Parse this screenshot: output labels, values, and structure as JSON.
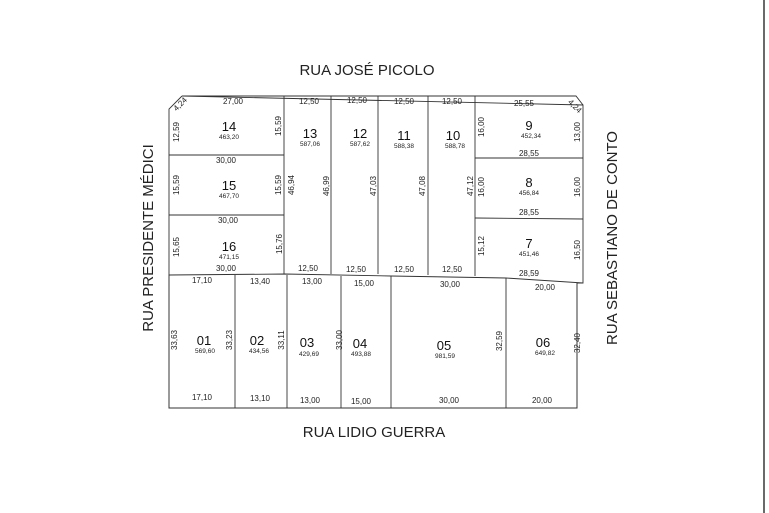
{
  "streets": {
    "north": "RUA JOSÉ PICOLO",
    "south": "RUA LIDIO GUERRA",
    "west": "RUA PRESIDENTE MÉDICI",
    "east": "RUA SEBASTIANO DE CONTO"
  },
  "lots": {
    "l14": {
      "number": "14",
      "area": "463,20"
    },
    "l15": {
      "number": "15",
      "area": "467,70"
    },
    "l16": {
      "number": "16",
      "area": "471,15"
    },
    "l13": {
      "number": "13",
      "area": "587,06"
    },
    "l12": {
      "number": "12",
      "area": "587,62"
    },
    "l11": {
      "number": "11",
      "area": "588,38"
    },
    "l10": {
      "number": "10",
      "area": "588,78"
    },
    "l9": {
      "number": "9",
      "area": "452,34"
    },
    "l8": {
      "number": "8",
      "area": "456,84"
    },
    "l7": {
      "number": "7",
      "area": "451,46"
    },
    "l01": {
      "number": "01",
      "area": "569,60"
    },
    "l02": {
      "number": "02",
      "area": "434,56"
    },
    "l03": {
      "number": "03",
      "area": "429,69"
    },
    "l04": {
      "number": "04",
      "area": "493,88"
    },
    "l05": {
      "number": "05",
      "area": "981,59"
    },
    "l06": {
      "number": "06",
      "area": "649,82"
    }
  },
  "dims": {
    "d1424": "4,24",
    "d2700": "27,00",
    "d1259": "12,59",
    "d1559a": "15,59",
    "d3000a": "30,00",
    "d1559b": "15,59",
    "d1559c": "15,59",
    "d3000b": "30,00",
    "d1565": "15,65",
    "d1576": "15,76",
    "d3000c": "30,00",
    "t13": "12,50",
    "t12": "12,50",
    "t11": "12,50",
    "t10": "12,50",
    "b13": "12,50",
    "b12": "12,50",
    "b11": "12,50",
    "b10": "12,50",
    "d4694": "46,94",
    "d4699": "46,99",
    "d4703": "47,03",
    "d4708": "47,08",
    "d4712": "47,12",
    "d2555": "25,55",
    "d924": "4,24",
    "d1600a": "16,00",
    "d1300": "13,00",
    "d2855a": "28,55",
    "d1600b": "16,00",
    "d1600c": "16,00",
    "d2855b": "28,55",
    "d1512": "15,12",
    "d1650": "16,50",
    "d2859": "28,59",
    "t01": "17,10",
    "t02": "13,40",
    "t03": "13,00",
    "t04": "15,00",
    "t05": "30,00",
    "t06": "20,00",
    "b01": "17,10",
    "b02": "13,10",
    "b03": "13,00",
    "b04": "15,00",
    "b05": "30,00",
    "b06": "20,00",
    "d3363": "33,63",
    "d3323": "33,23",
    "d3311": "33,11",
    "d3300": "33,00",
    "d3259": "32,59",
    "d3240": "32,40"
  }
}
